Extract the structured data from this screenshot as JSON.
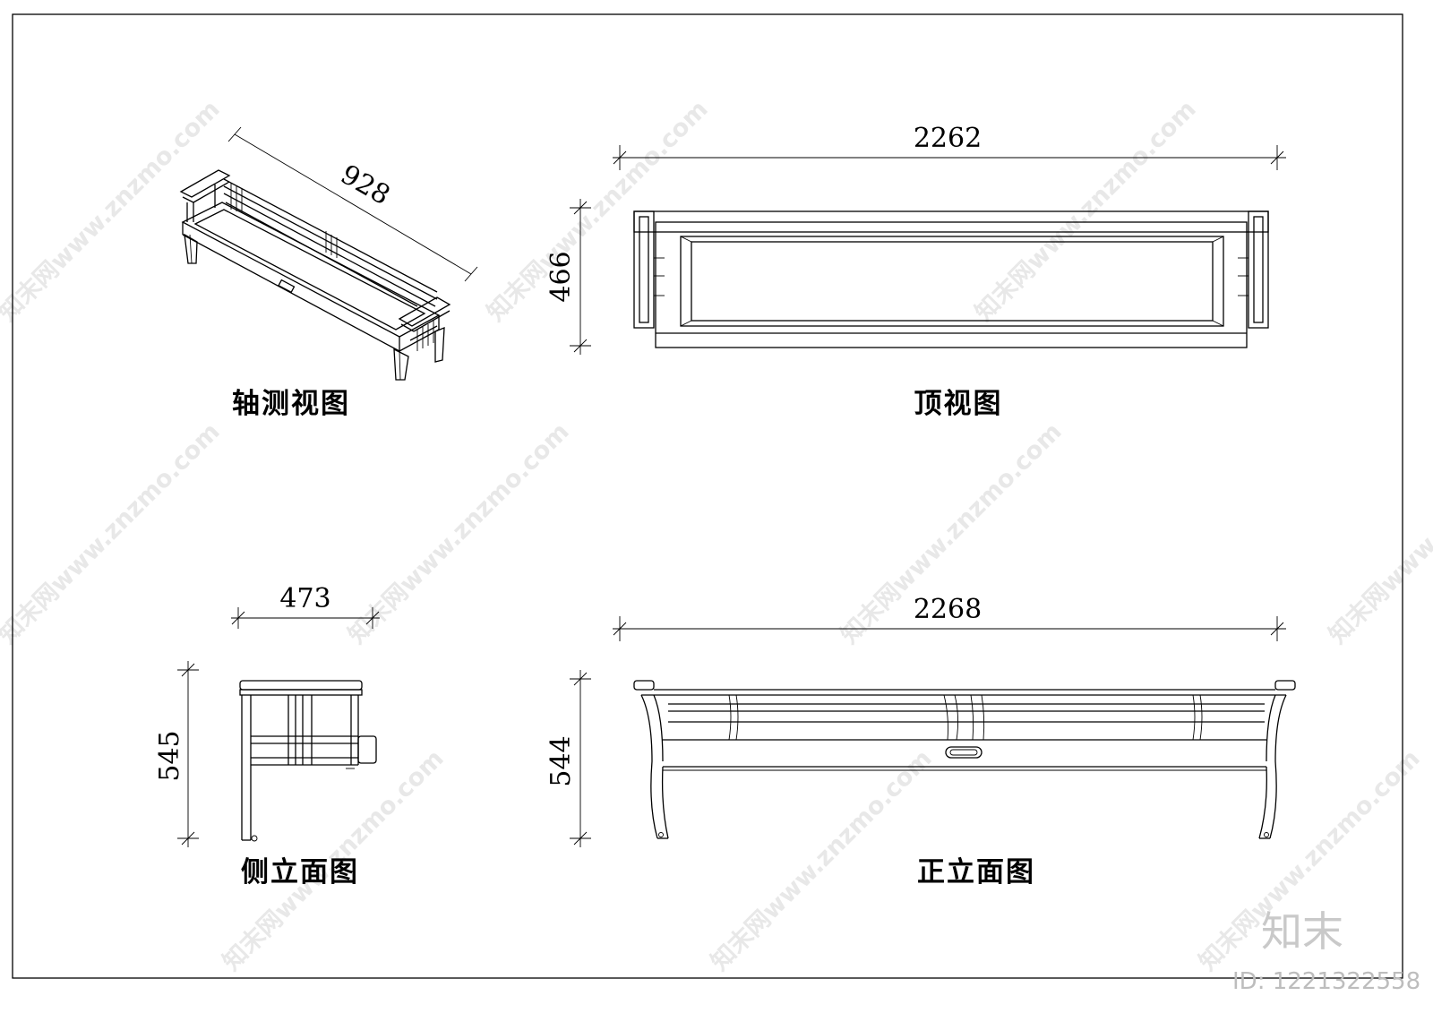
{
  "views": {
    "axonometric": {
      "caption": "轴测视图",
      "dim_length": "928"
    },
    "top": {
      "caption": "顶视图",
      "dim_width": "2262",
      "dim_depth": "466"
    },
    "side": {
      "caption": "侧立面图",
      "dim_width": "473",
      "dim_height": "545"
    },
    "front": {
      "caption": "正立面图",
      "dim_width": "2268",
      "dim_height": "544"
    }
  },
  "watermark": {
    "text": "知末网www.znzmo.com",
    "brand": "知末",
    "image_id": "ID: 1221322558"
  },
  "colors": {
    "line": "#000000",
    "watermark": "#e8e8e8",
    "background": "#ffffff"
  }
}
